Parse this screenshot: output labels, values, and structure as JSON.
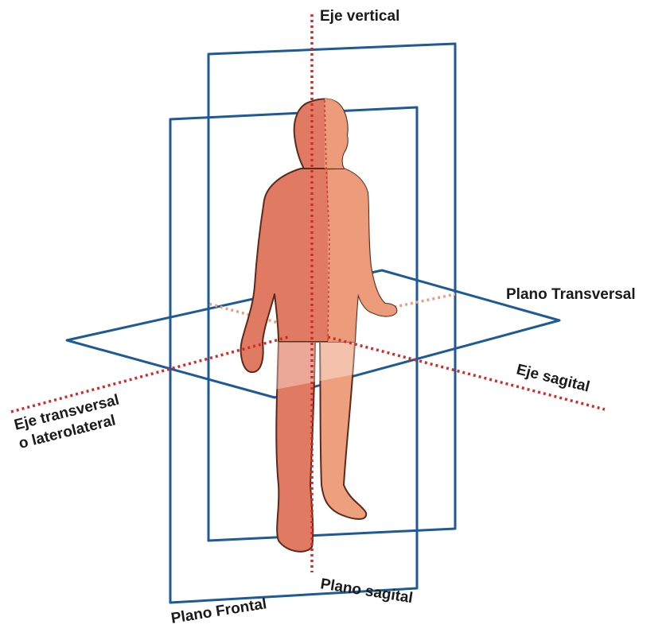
{
  "labels": {
    "eje_vertical": "Eje vertical",
    "plano_transversal": "Plano Transversal",
    "eje_sagital": "Eje sagital",
    "eje_transversal_line1": "Eje transversal",
    "eje_transversal_line2": "o laterolateral",
    "plano_frontal": "Plano Frontal",
    "plano_sagital": "Plano sagital"
  },
  "colors": {
    "plane": "#1e5a96",
    "axis": "#d42a2a",
    "skin_dark": "#e07a62",
    "skin_light": "#eea07e"
  }
}
